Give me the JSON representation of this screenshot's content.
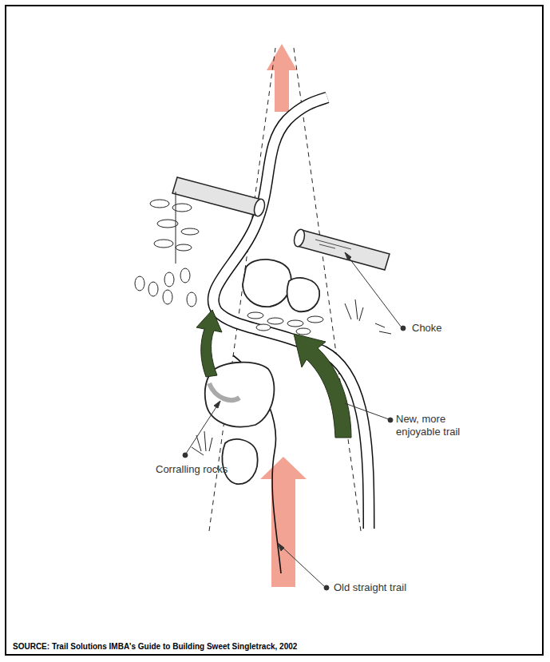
{
  "diagram": {
    "caption": "SOURCE: Trail Solutions IMBA's Guide to Building Sweet Singletrack, 2002",
    "labels": [
      "Choke",
      "New, more enjoyable trail",
      "Corralling rocks",
      "Old straight trail"
    ]
  }
}
